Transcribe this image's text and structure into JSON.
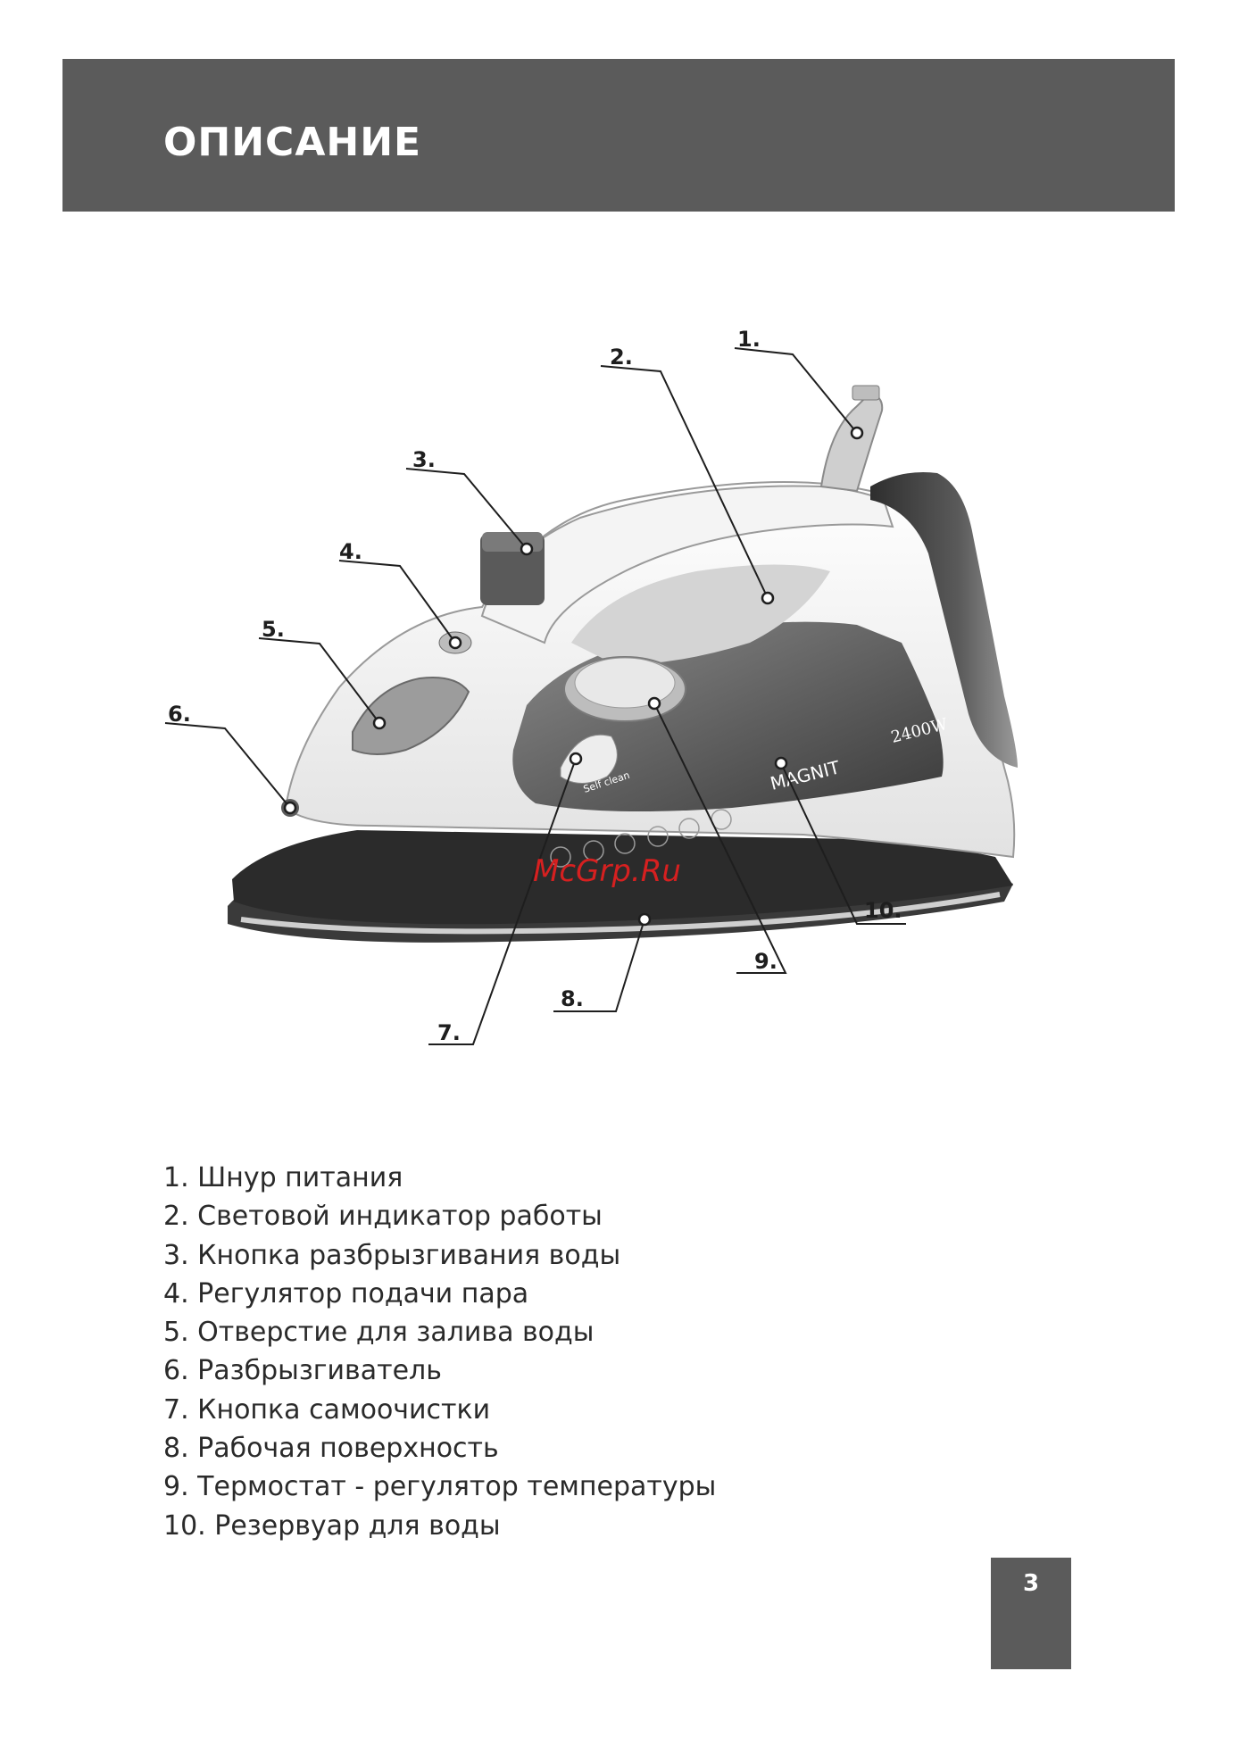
{
  "header": {
    "title": "ОПИСАНИЕ"
  },
  "diagram": {
    "callouts": [
      "1.",
      "2.",
      "3.",
      "4.",
      "5.",
      "6.",
      "7.",
      "8.",
      "9.",
      "10."
    ],
    "product_labels": {
      "brand": "MAGNIT",
      "power": "2400W",
      "button": "Self clean"
    },
    "watermark": "McGrp.Ru"
  },
  "parts": [
    "1. Шнур питания",
    "2. Световой индикатор работы",
    "3. Кнопка разбрызгивания воды",
    "4. Регулятор подачи пара",
    "5. Отверстие для залива воды",
    "6. Разбрызгиватель",
    "7. Кнопка самоочистки",
    "8. Рабочая поверхность",
    "9. Термостат - регулятор температуры",
    "10. Резервуар для воды"
  ],
  "page_number": "3"
}
